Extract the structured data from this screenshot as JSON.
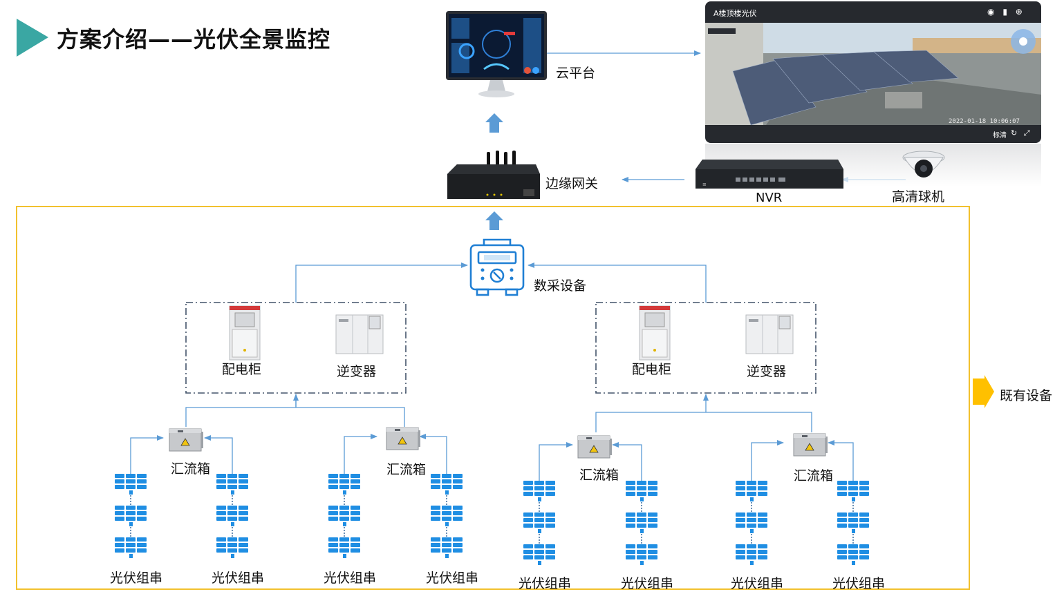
{
  "title": "方案介绍——光伏全景监控",
  "colors": {
    "accent_teal": "#3aa7a3",
    "connector_blue": "#5b9bd5",
    "panel_blue": "#1f8ee3",
    "existing_frame": "#f2c12e",
    "dashed_group": "#44546a",
    "arrow_fill": "#5b9bd5",
    "existing_arrow": "#ffc000"
  },
  "top": {
    "cloud_label": "云平台",
    "gateway_label": "边缘网关",
    "nvr_label": "NVR",
    "camera_label": "高清球机"
  },
  "camera_view": {
    "title": "A楼顶楼光伏",
    "timestamp": "2022-01-18 10:06:07",
    "quality": "标清",
    "icons": [
      "camera-icon",
      "video-icon",
      "zoom-icon",
      "ptz-control-icon",
      "refresh-icon",
      "fullscreen-icon"
    ]
  },
  "collector_label": "数采设备",
  "existing_label": "既有设备",
  "groups": [
    {
      "cabinet_label": "配电柜",
      "inverter_label": "逆变器"
    },
    {
      "cabinet_label": "配电柜",
      "inverter_label": "逆变器"
    }
  ],
  "combiners": [
    {
      "label": "汇流箱",
      "strings": [
        "光伏组串",
        "光伏组串"
      ]
    },
    {
      "label": "汇流箱",
      "strings": [
        "光伏组串",
        "光伏组串"
      ]
    },
    {
      "label": "汇流箱",
      "strings": [
        "光伏组串",
        "光伏组串"
      ]
    },
    {
      "label": "汇流箱",
      "strings": [
        "光伏组串",
        "光伏组串"
      ]
    }
  ]
}
